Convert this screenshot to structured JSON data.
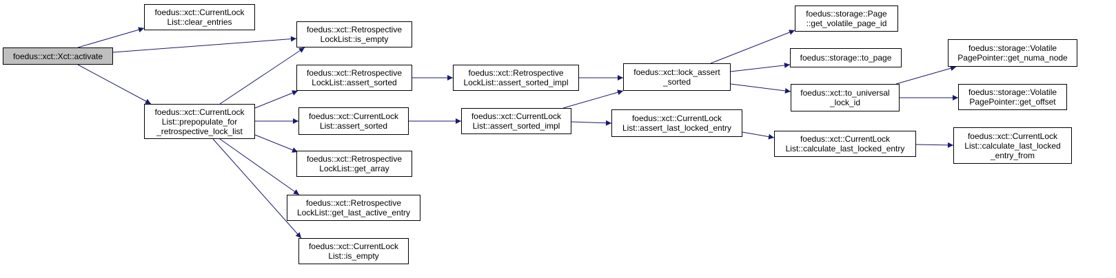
{
  "diagram": {
    "type": "call-graph",
    "nodes": [
      {
        "id": "root",
        "lines": [
          "foedus::xct::Xct::activate"
        ]
      },
      {
        "id": "cll_clear_entries",
        "lines": [
          "foedus::xct::CurrentLock",
          "List::clear_entries"
        ]
      },
      {
        "id": "rll_is_empty",
        "lines": [
          "foedus::xct::Retrospective",
          "LockList::is_empty"
        ]
      },
      {
        "id": "cll_prepopulate",
        "lines": [
          "foedus::xct::CurrentLock",
          "List::prepopulate_for",
          "_retrospective_lock_list"
        ]
      },
      {
        "id": "rll_assert_sorted",
        "lines": [
          "foedus::xct::Retrospective",
          "LockList::assert_sorted"
        ]
      },
      {
        "id": "cll_assert_sorted",
        "lines": [
          "foedus::xct::CurrentLock",
          "List::assert_sorted"
        ]
      },
      {
        "id": "rll_get_array",
        "lines": [
          "foedus::xct::Retrospective",
          "LockList::get_array"
        ]
      },
      {
        "id": "rll_get_last_active_entry",
        "lines": [
          "foedus::xct::Retrospective",
          "LockList::get_last_active_entry"
        ]
      },
      {
        "id": "cll_is_empty",
        "lines": [
          "foedus::xct::CurrentLock",
          "List::is_empty"
        ]
      },
      {
        "id": "rll_assert_sorted_impl",
        "lines": [
          "foedus::xct::Retrospective",
          "LockList::assert_sorted_impl"
        ]
      },
      {
        "id": "cll_assert_sorted_impl",
        "lines": [
          "foedus::xct::CurrentLock",
          "List::assert_sorted_impl"
        ]
      },
      {
        "id": "lock_assert_sorted",
        "lines": [
          "foedus::xct::lock_assert",
          "_sorted"
        ]
      },
      {
        "id": "cll_assert_last_locked_entry",
        "lines": [
          "foedus::xct::CurrentLock",
          "List::assert_last_locked_entry"
        ]
      },
      {
        "id": "page_get_volatile_page_id",
        "lines": [
          "foedus::storage::Page",
          "::get_volatile_page_id"
        ]
      },
      {
        "id": "storage_to_page",
        "lines": [
          "foedus::storage::to_page"
        ]
      },
      {
        "id": "to_universal_lock_id",
        "lines": [
          "foedus::xct::to_universal",
          "_lock_id"
        ]
      },
      {
        "id": "cll_calculate_last_locked_entry",
        "lines": [
          "foedus::xct::CurrentLock",
          "List::calculate_last_locked_entry"
        ]
      },
      {
        "id": "vpp_get_numa_node",
        "lines": [
          "foedus::storage::Volatile",
          "PagePointer::get_numa_node"
        ]
      },
      {
        "id": "vpp_get_offset",
        "lines": [
          "foedus::storage::Volatile",
          "PagePointer::get_offset"
        ]
      },
      {
        "id": "cll_calculate_last_locked_entry_from",
        "lines": [
          "foedus::xct::CurrentLock",
          "List::calculate_last_locked",
          "_entry_from"
        ]
      }
    ],
    "edges": [
      [
        "root",
        "cll_clear_entries"
      ],
      [
        "root",
        "rll_is_empty"
      ],
      [
        "root",
        "cll_prepopulate"
      ],
      [
        "cll_prepopulate",
        "rll_is_empty"
      ],
      [
        "cll_prepopulate",
        "rll_assert_sorted"
      ],
      [
        "cll_prepopulate",
        "cll_assert_sorted"
      ],
      [
        "cll_prepopulate",
        "rll_get_array"
      ],
      [
        "cll_prepopulate",
        "rll_get_last_active_entry"
      ],
      [
        "cll_prepopulate",
        "cll_is_empty"
      ],
      [
        "rll_assert_sorted",
        "rll_assert_sorted_impl"
      ],
      [
        "cll_assert_sorted",
        "cll_assert_sorted_impl"
      ],
      [
        "rll_assert_sorted_impl",
        "lock_assert_sorted"
      ],
      [
        "cll_assert_sorted_impl",
        "lock_assert_sorted"
      ],
      [
        "cll_assert_sorted_impl",
        "cll_assert_last_locked_entry"
      ],
      [
        "lock_assert_sorted",
        "page_get_volatile_page_id"
      ],
      [
        "lock_assert_sorted",
        "storage_to_page"
      ],
      [
        "lock_assert_sorted",
        "to_universal_lock_id"
      ],
      [
        "to_universal_lock_id",
        "vpp_get_numa_node"
      ],
      [
        "to_universal_lock_id",
        "vpp_get_offset"
      ],
      [
        "cll_assert_last_locked_entry",
        "cll_calculate_last_locked_entry"
      ],
      [
        "cll_calculate_last_locked_entry",
        "cll_calculate_last_locked_entry_from"
      ]
    ],
    "colors": {
      "edge": "#191970",
      "node_border": "#000000",
      "root_fill": "#bfbfbf",
      "node_fill": "#ffffff"
    }
  }
}
